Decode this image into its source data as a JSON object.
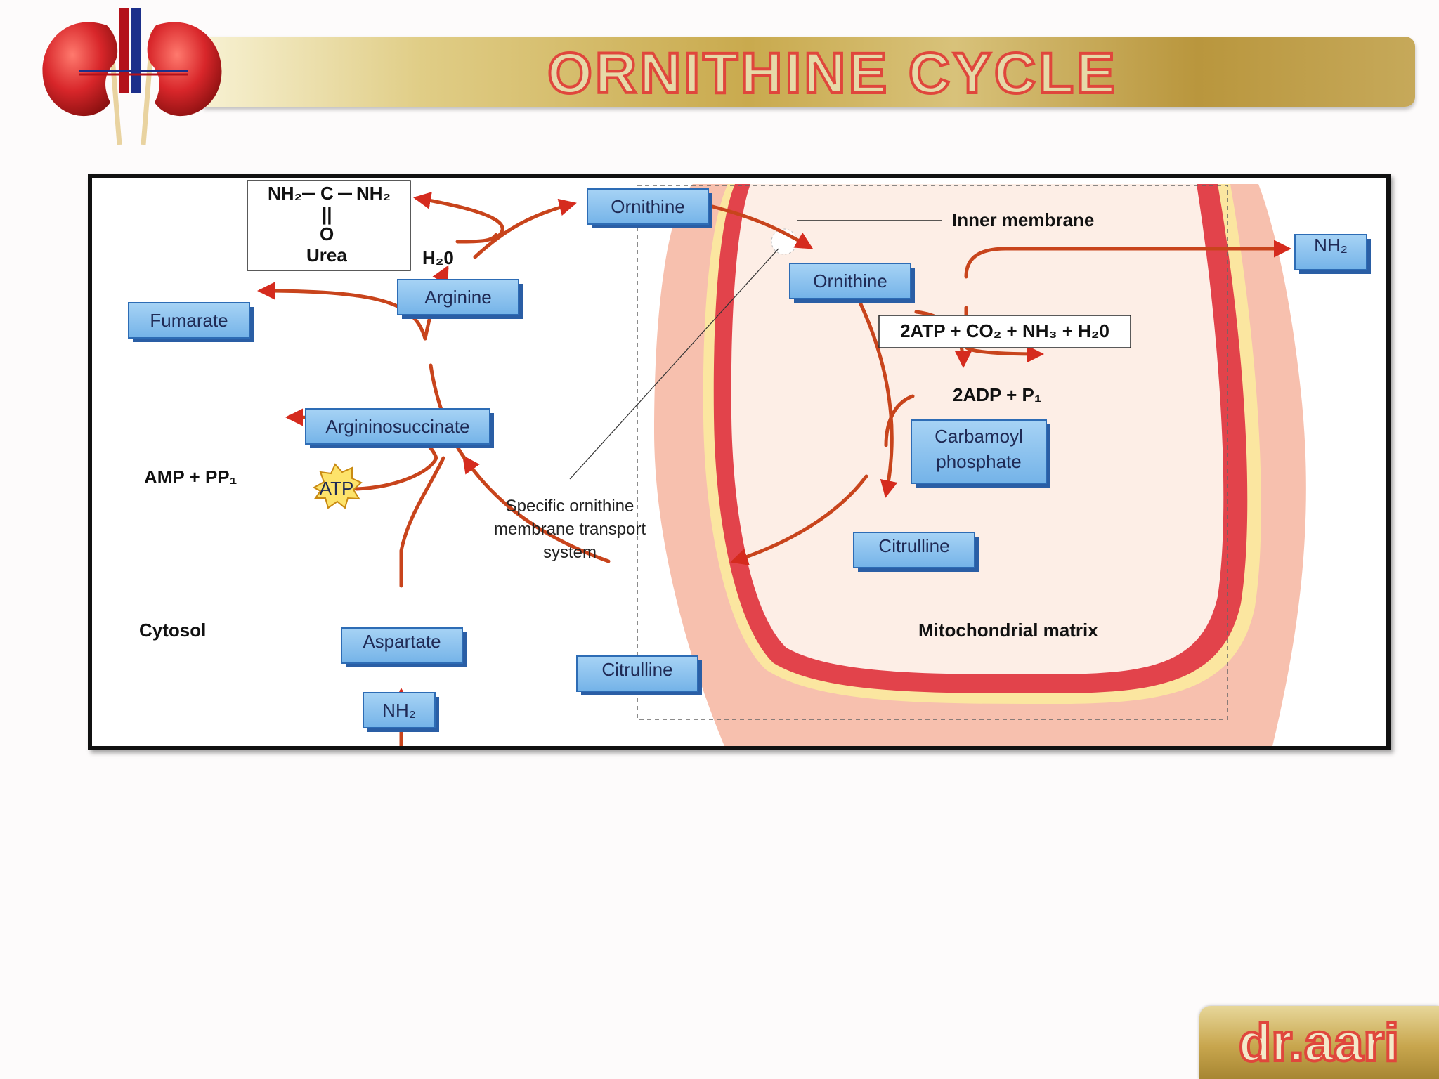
{
  "header": {
    "title": "ORNITHINE CYCLE",
    "logo": "kidney-icon"
  },
  "diagram": {
    "urea_box": {
      "left_group": "NH₂",
      "carbon": "C",
      "right_group": "NH₂",
      "double_bond": "||",
      "oxygen": "O",
      "name": "Urea"
    },
    "cytosol": {
      "ornithine": "Ornithine",
      "arginine": "Arginine",
      "fumarate": "Fumarate",
      "argininosuccinate": "Argininosuccinate",
      "aspartate": "Aspartate",
      "nh2": "NH₂",
      "citrulline": "Citrulline",
      "water": "H₂0",
      "amp_pp": "AMP + PP₁",
      "atp": "ATP",
      "region_label": "Cytosol"
    },
    "transport_label": [
      "Specific ornithine",
      "membrane transport",
      "system"
    ],
    "mitochondria": {
      "inner_membrane_label": "Inner membrane",
      "ornithine": "Ornithine",
      "nh2": "NH₂",
      "reactants": "2ATP + CO₂ + NH₃ + H₂0",
      "products": "2ADP + P₁",
      "carbamoyl_phosphate": [
        "Carbamoyl",
        "phosphate"
      ],
      "citrulline": "Citrulline",
      "region_label": "Mitochondrial matrix"
    }
  },
  "footer": {
    "signature": "dr.aari"
  },
  "colors": {
    "arrow": "#c8441c",
    "box_fill": "#86c0ee",
    "box_border": "#2d6cb5",
    "title_text": "#e0463c",
    "membrane_red": "#e24850",
    "membrane_yellow": "#fbe7a6",
    "membrane_outer": "#f6b19e"
  }
}
